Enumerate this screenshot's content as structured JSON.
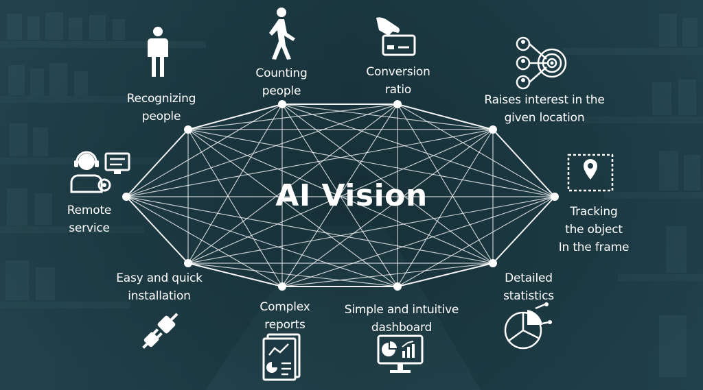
{
  "title": "AI Vision",
  "nodes": [
    {
      "id": "recognizing",
      "line1": "Recognizing",
      "line2": "people",
      "icon": "person-icon"
    },
    {
      "id": "counting",
      "line1": "Counting",
      "line2": "people",
      "icon": "walking-person-icon"
    },
    {
      "id": "conversion",
      "line1": "Conversion",
      "line2": "ratio",
      "icon": "card-payment-icon"
    },
    {
      "id": "interest",
      "line1": "Raises interest in the",
      "line2": "given location",
      "icon": "target-people-icon"
    },
    {
      "id": "tracking",
      "line1": "Tracking",
      "line2": "the object",
      "line3": "In the frame",
      "icon": "location-frame-icon"
    },
    {
      "id": "statistics",
      "line1": "Detailed",
      "line2": "statistics",
      "icon": "pie-chart-icon"
    },
    {
      "id": "dashboard",
      "line1": "Simple and intuitive",
      "line2": "dashboard",
      "icon": "monitor-dashboard-icon"
    },
    {
      "id": "reports",
      "line1": "Complex",
      "line2": "reports",
      "icon": "report-icon"
    },
    {
      "id": "installation",
      "line1": "Easy and quick",
      "line2": "installation",
      "icon": "plug-icon"
    },
    {
      "id": "remote",
      "line1": "Remote",
      "line2": "service",
      "icon": "support-agent-icon"
    }
  ],
  "colors": {
    "background": "#1d3a44",
    "foreground": "#ffffff"
  }
}
